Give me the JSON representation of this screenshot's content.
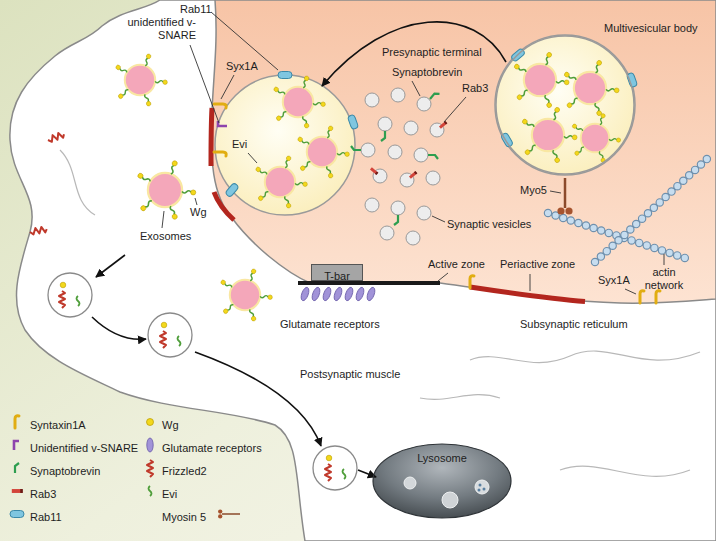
{
  "diagram": {
    "nodes": [
      {
        "text": [
          "Multivesicular body"
        ]
      },
      {
        "text": [
          "T-bar"
        ]
      },
      {
        "text": [
          "Lysosome"
        ]
      }
    ],
    "labels": [
      "Rab11",
      "unidentified v-SNARE",
      "Presynaptic terminal",
      "Syx1A",
      "Synaptobrevin",
      "Rab3",
      "Evi",
      "Wg",
      "Exosomes",
      "Myo5",
      "Synaptic vesicles",
      "Active zone",
      "Periactive zone",
      "actin network",
      "Syx1A",
      "Glutamate receptors",
      "Subsynaptic reticulum",
      "Postsynaptic muscle"
    ],
    "legend": [
      {
        "text": "Syntaxin1A"
      },
      {
        "text": "Unidentified v-SNARE"
      },
      {
        "text": "Synaptobrevin"
      },
      {
        "text": "Rab3"
      },
      {
        "text": "Rab11"
      },
      {
        "text": "Wg"
      },
      {
        "text": "Glutamate receptors"
      },
      {
        "text": "Frizzled2"
      },
      {
        "text": "Evi"
      },
      {
        "text": "Myosin 5"
      }
    ]
  }
}
